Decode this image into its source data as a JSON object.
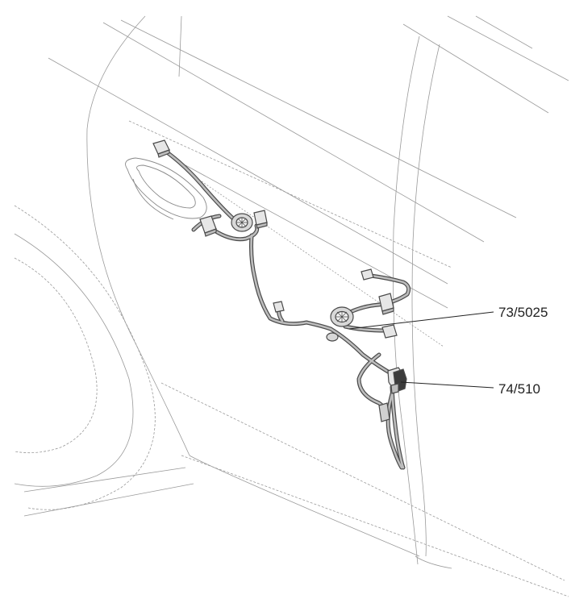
{
  "callouts": [
    {
      "id": "callout-1",
      "text": "73/5025"
    },
    {
      "id": "callout-2",
      "text": "74/510"
    }
  ],
  "colors": {
    "body_line": "#9a9a9a",
    "harness_outline": "#4a4a4a",
    "harness_fill": "#bdbdbd",
    "connector_fill": "#e6e6e6",
    "highlight_connector": "#3c3c3c",
    "leader_line": "#222222"
  }
}
